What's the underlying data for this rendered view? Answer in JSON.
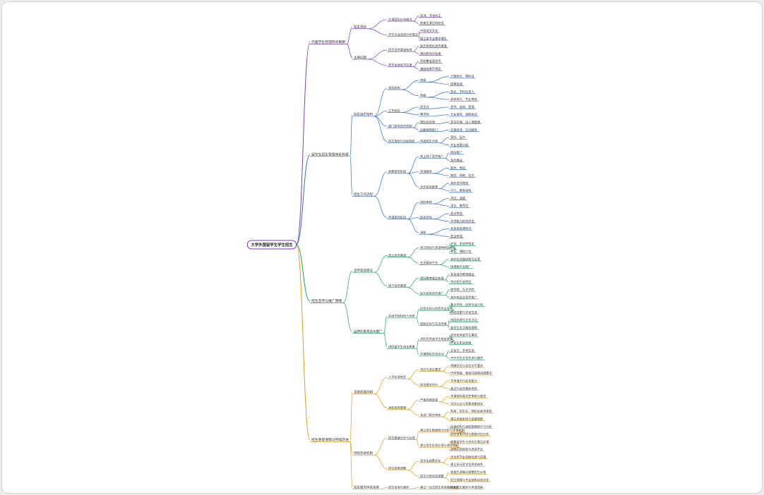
{
  "root": "大学外国留学生学生招生",
  "colors": {
    "purple": "#7b3fd0",
    "blue": "#2f6fd8",
    "green": "#1aa760",
    "orange": "#e89a12",
    "root_stroke": "#7b2fbf"
  },
  "branches": [
    {
      "label": "外国学生管理现状概要",
      "color": "purple",
      "children": [
        {
          "label": "招生现状",
          "children": [
            {
              "label": "生源国别分布情况",
              "children": [
                {
                  "label": "亚洲、非洲为主"
                },
                {
                  "label": "欧美生源比例较低"
                }
              ]
            },
            {
              "label": "学生专业选择分布情况",
              "children": [
                {
                  "label": "中国语言文化"
                },
                {
                  "label": "理工类专业需求增长"
                }
              ]
            }
          ]
        },
        {
          "label": "主要问题",
          "children": [
            {
              "label": "招生宣传渠道有限",
              "children": [
                {
                  "label": "缺乏系统化宣传渠道"
                },
                {
                  "label": "国际影响力有限"
                }
              ]
            },
            {
              "label": "奖学金体系不完善",
              "children": [
                {
                  "label": "资助覆盖面较窄"
                },
                {
                  "label": "激励效果不明显"
                }
              ]
            }
          ]
        }
      ]
    },
    {
      "label": "留学生招生管理体系构建",
      "color": "blue",
      "children": [
        {
          "label": "招生组织架构",
          "children": [
            {
              "label": "领导机构",
              "children": [
                {
                  "label": "校级",
                  "children": [
                    {
                      "label": "分管校长、国际处"
                    },
                    {
                      "label": "统筹协调"
                    }
                  ]
                },
                {
                  "label": "院级",
                  "children": [
                    {
                      "label": "院长、学科负责人"
                    },
                    {
                      "label": "具体执行、专业审核"
                    }
                  ]
                }
              ]
            },
            {
              "label": "工作团队",
              "children": [
                {
                  "label": "招生办",
                  "children": [
                    {
                      "label": "宣传、咨询、受理"
                    }
                  ]
                },
                {
                  "label": "教学院",
                  "children": [
                    {
                      "label": "专业审核、录取面试"
                    }
                  ]
                }
              ]
            },
            {
              "label": "部门协同合作机制",
              "children": [
                {
                  "label": "国际处协调",
                  "children": [
                    {
                      "label": "签证办理、出入境管理"
                    }
                  ]
                },
                {
                  "label": "后勤保障部门",
                  "children": [
                    {
                      "label": "住宿安排、生活服务"
                    }
                  ]
                }
              ]
            },
            {
              "label": "招生规划与目标制定",
              "children": [
                {
                  "label": "年度招生计划",
                  "children": [
                    {
                      "label": "国别、层次"
                    },
                    {
                      "label": "专业名额分配"
                    }
                  ]
                }
              ]
            }
          ]
        },
        {
          "label": "招生工作流程",
          "children": [
            {
              "label": "前期宣传阶段",
              "children": [
                {
                  "label": "线上线下宣传推广",
                  "children": [
                    {
                      "label": "网站推广"
                    },
                    {
                      "label": "海外展会"
                    }
                  ]
                },
                {
                  "label": "咨询服务",
                  "children": [
                    {
                      "label": "邮件、电话"
                    },
                    {
                      "label": "微信、网络、社交"
                    }
                  ]
                },
                {
                  "label": "合作机构推荐",
                  "children": [
                    {
                      "label": "海外合作院校"
                    },
                    {
                      "label": "中介、教育机构"
                    }
                  ]
                }
              ]
            },
            {
              "label": "申请审核阶段",
              "children": [
                {
                  "label": "材料审核",
                  "children": [
                    {
                      "label": "学历、成绩"
                    },
                    {
                      "label": "语言、推荐信"
                    }
                  ]
                },
                {
                  "label": "综合评估",
                  "children": [
                    {
                      "label": "面试考核"
                    },
                    {
                      "label": "学术能力综合评定"
                    }
                  ]
                },
                {
                  "label": "录取",
                  "children": [
                    {
                      "label": "发放录取通知书"
                    },
                    {
                      "label": "签证申请"
                    }
                  ]
                }
              ]
            }
          ]
        }
      ]
    },
    {
      "label": "招生宣传与推广策略",
      "color": "green",
      "children": [
        {
          "label": "宣传渠道建设",
          "children": [
            {
              "label": "线上宣传渠道",
              "children": [
                {
                  "label": "官方网站与多语种网站建设",
                  "children": [
                    {
                      "label": "中英、多语种版本"
                    },
                    {
                      "label": "专业、课程介绍"
                    }
                  ]
                },
                {
                  "label": "社交媒体平台",
                  "children": [
                    {
                      "label": "海外社交媒体账号运营"
                    },
                    {
                      "label": "短视频平台推广"
                    }
                  ]
                }
              ]
            },
            {
              "label": "线下宣传渠道",
              "children": [
                {
                  "label": "国际教育展会参展",
                  "children": [
                    {
                      "label": "参加海外教育展会"
                    },
                    {
                      "label": "举办招生说明会"
                    }
                  ]
                },
                {
                  "label": "驻外机构合作推广",
                  "children": [
                    {
                      "label": "使领馆、孔子学院"
                    },
                    {
                      "label": "海外校友会宣传推广"
                    }
                  ]
                }
              ]
            }
          ]
        },
        {
          "label": "品牌形象塑造与推广",
          "children": [
            {
              "label": "突出学校特色与优势",
              "children": [
                {
                  "label": "优势学科与特色专业宣传",
                  "children": [
                    {
                      "label": "重点学科、优势专业介绍"
                    },
                    {
                      "label": "科研成果与学术交流"
                    }
                  ]
                },
                {
                  "label": "校园文化与生活环境",
                  "children": [
                    {
                      "label": "校园风貌与文化活动"
                    },
                    {
                      "label": "留学生生活服务保障"
                    }
                  ]
                }
              ]
            },
            {
              "label": "讲好留学生成长故事",
              "children": [
                {
                  "label": "讲好优秀留学生校友故事",
                  "children": [
                    {
                      "label": "宣传优秀留学生事迹"
                    },
                    {
                      "label": "毕业生职业发展"
                    }
                  ]
                },
                {
                  "label": "开展国际交流活动",
                  "children": [
                    {
                      "label": "文化节、学术交流"
                    },
                    {
                      "label": "中外学生文化交流与融合"
                    }
                  ]
                }
              ]
            }
          ]
        }
      ]
    },
    {
      "label": "招生质量保障与持续改进",
      "color": "orange",
      "children": [
        {
          "label": "录取质量控制",
          "children": [
            {
              "label": "入学标准制定",
              "children": [
                {
                  "label": "学历与语言要求",
                  "children": [
                    {
                      "label": "明确学历与语言水平要求"
                    },
                    {
                      "label": "HSK等级、雅思托福等成绩要求"
                    }
                  ]
                },
                {
                  "label": "综合素质评价",
                  "children": [
                    {
                      "label": "学术潜力与综合能力"
                    },
                    {
                      "label": "面试与综合素质考核"
                    }
                  ]
                }
              ]
            },
            {
              "label": "录取审核管理",
              "children": [
                {
                  "label": "严格资格审查",
                  "children": [
                    {
                      "label": "申请材料真实性审核与查验"
                    },
                    {
                      "label": "学历认证与背景调查核实"
                    }
                  ]
                },
                {
                  "label": "多部门联合审核",
                  "children": [
                    {
                      "label": "院系、招生办、国际处联合审核"
                    },
                    {
                      "label": "建立多级审核与监督制度"
                    }
                  ]
                }
              ]
            }
          ]
        },
        {
          "label": "持续改进机制",
          "children": [
            {
              "label": "招生数据分析与反馈",
              "children": [
                {
                  "label": "建立招生数据统计分析与评估机制",
                  "children": [
                    {
                      "label": "生源结构与录取数据统计与分析"
                    },
                    {
                      "label": "招生效果评估与数据对比分析"
                    }
                  ]
                },
                {
                  "label": "建立招生信息反馈与改进机制",
                  "children": [
                    {
                      "label": "收集留学生与合作方意见反馈"
                    },
                    {
                      "label": "定期总结经验与改进不足"
                    }
                  ]
                }
              ]
            },
            {
              "label": "招生政策调整",
              "children": [
                {
                  "label": "奖学金政策优化",
                  "children": [
                    {
                      "label": "优化奖学金资助标准与范围"
                    },
                    {
                      "label": "建立多元奖学金资助体系"
                    }
                  ]
                },
                {
                  "label": "招生计划动态调整",
                  "children": [
                    {
                      "label": "根据生源情况调整招生计划"
                    },
                    {
                      "label": "招生规模与专业结构动态优化"
                    }
                  ]
                }
              ]
            }
          ]
        },
        {
          "label": "招生服务体系完善",
          "children": [
            {
              "label": "招生咨询与服务",
              "children": [
                {
                  "label": "建立一站式招生咨询服务体系",
                  "children": [
                    {
                      "label": "优化招生服务与申请流程"
                    }
                  ]
                }
              ]
            }
          ]
        }
      ]
    }
  ]
}
